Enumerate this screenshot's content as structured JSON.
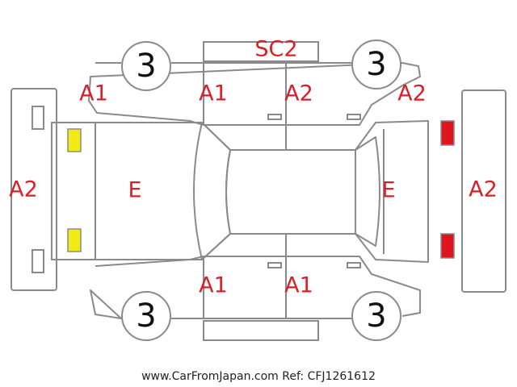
{
  "codes": {
    "top_center": "SC2",
    "front_left_corner": "A1",
    "front_left_door": "A1",
    "rear_left_door": "A2",
    "rear_left_corner": "A2",
    "front_bumper": "A2",
    "hood": "E",
    "trunk": "E",
    "rear_bumper": "A2",
    "front_right_door": "A1",
    "rear_right_door": "A1"
  },
  "wheels": {
    "front_left": "3",
    "rear_left": "3",
    "front_right": "3",
    "rear_right": "3"
  },
  "lamp_colors": {
    "front": "#f2ea17",
    "rear": "#e0141e"
  },
  "footer": "www.CarFromJapan.com Ref: CFJ1261612"
}
